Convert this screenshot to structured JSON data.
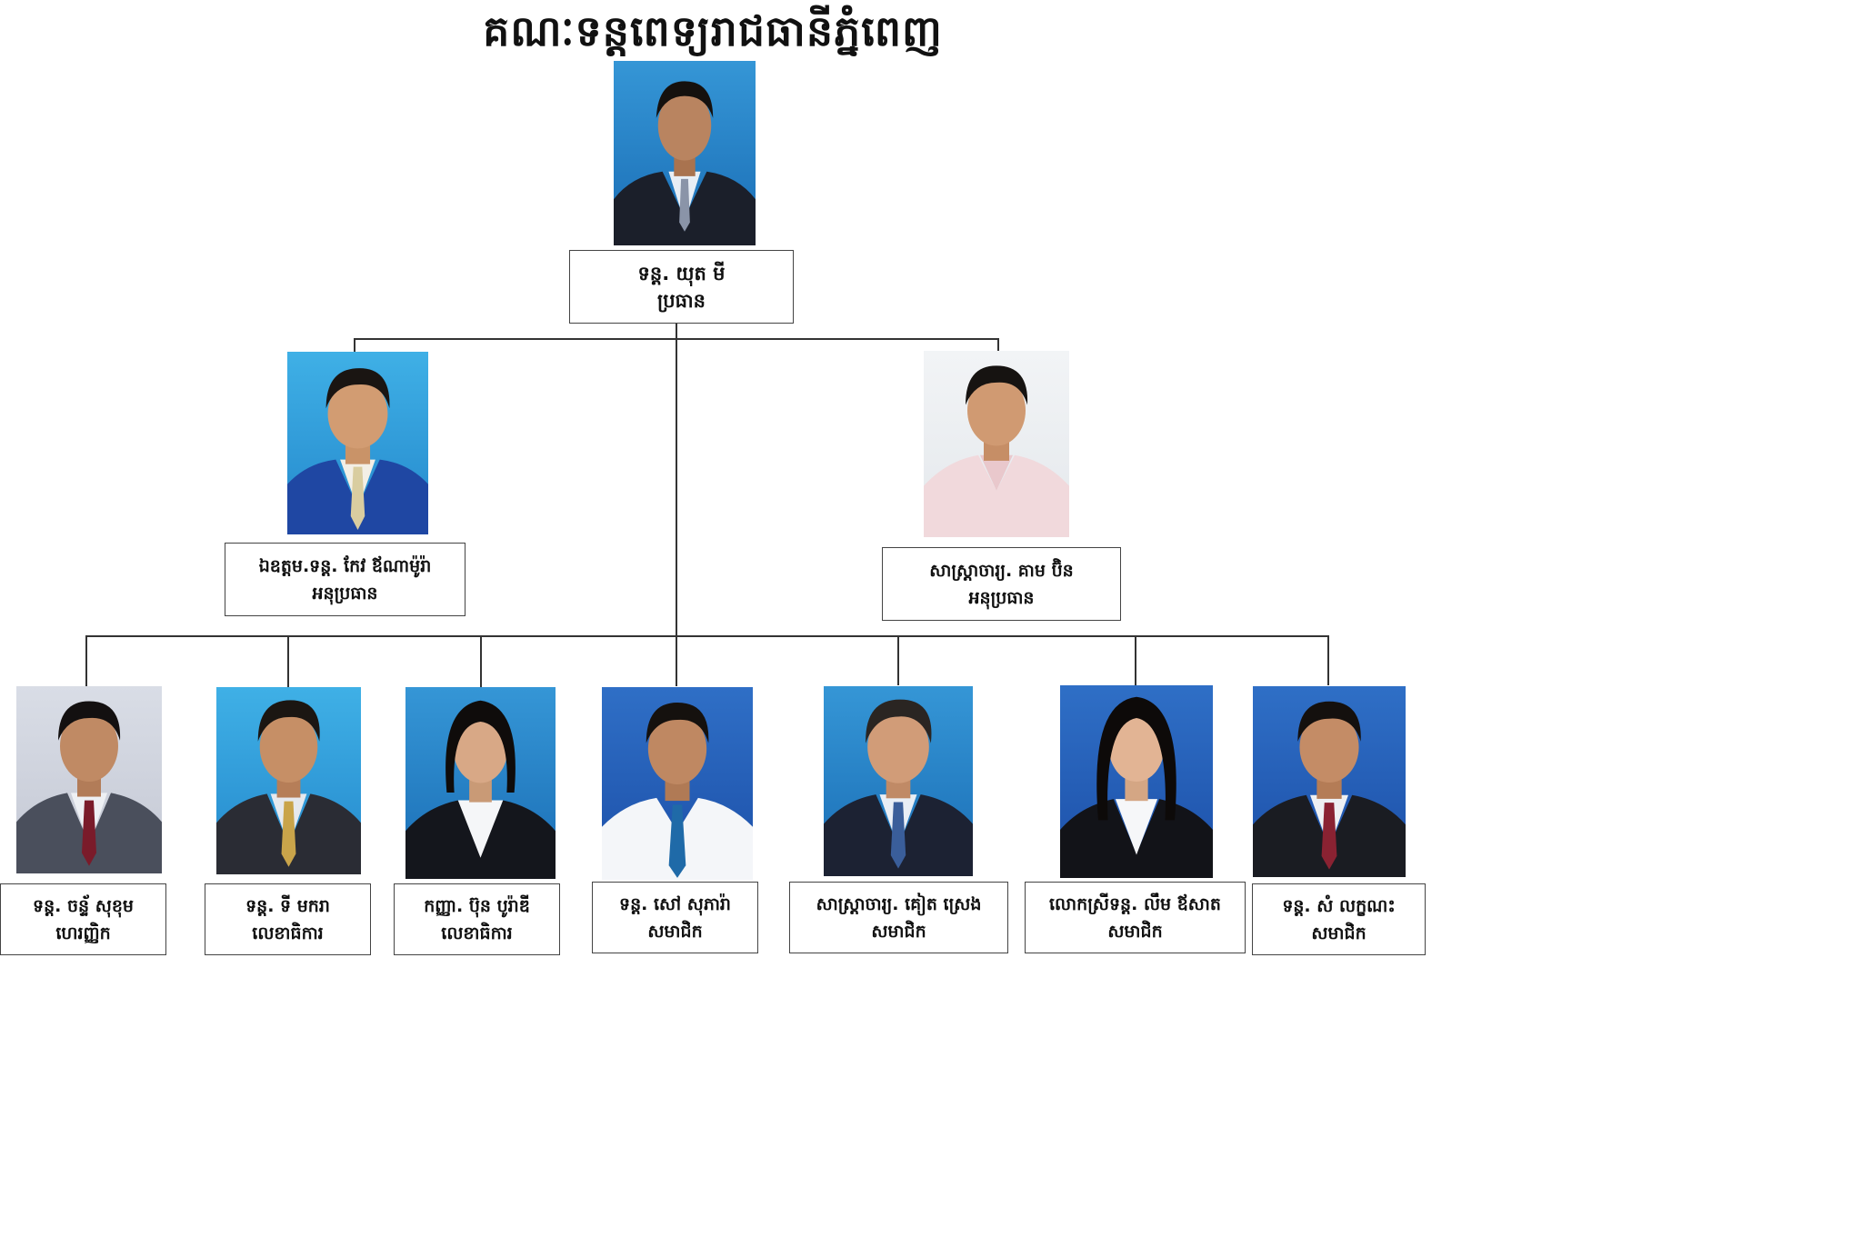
{
  "title": "គណៈទន្តពេទ្យរាជធានីភ្នំពេញ",
  "president": {
    "name": "ទន្ត. យុត មី",
    "role": "ប្រធាន"
  },
  "vice_presidents": [
    {
      "name": "ឯឧត្តម.ទន្ត. កែវ ឪណាម៉ូរ៉ា",
      "role": "អនុប្រធាន"
    },
    {
      "name": "សាស្ត្រាចារ្យ. គាម ប៊ិន",
      "role": "អនុប្រធាន"
    }
  ],
  "members": [
    {
      "name": "ទន្ត. ចន្ទ័ សុខុម",
      "role": "ហេរញ្ញិក"
    },
    {
      "name": "ទន្ត. ទី មករា",
      "role": "លេខាធិការ"
    },
    {
      "name": "កញ្ញា. ប៊ុន បូរ៉ាឌី",
      "role": "លេខាធិការ"
    },
    {
      "name": "ទន្ត. សៅ សុភារ៉ា",
      "role": "សមាជិក"
    },
    {
      "name": "សាស្ត្រាចារ្យ. គៀត ស្រេង",
      "role": "សមាជិក"
    },
    {
      "name": "លោកស្រីទន្ត. លឹម ឪសាត",
      "role": "សមាជិក"
    },
    {
      "name": "ទន្ត. សំ លក្ខណះ",
      "role": "សមាជិក"
    }
  ]
}
